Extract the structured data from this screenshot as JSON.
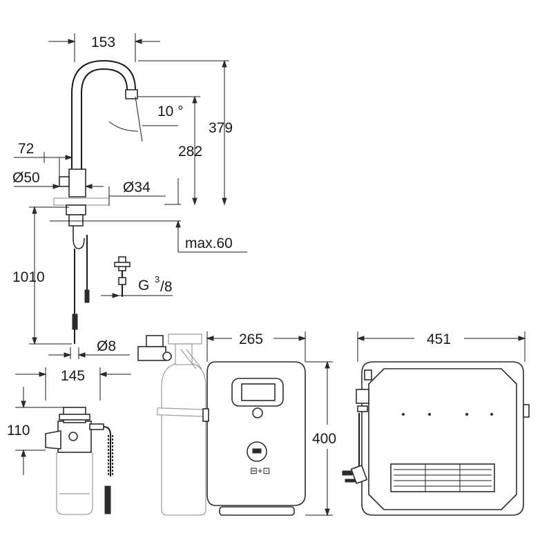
{
  "dimensions": {
    "faucet_reach": "153",
    "total_height": "379",
    "spout_height": "282",
    "spout_angle": "10 °",
    "lever_offset": "72",
    "base_diameter": "Ø50",
    "hole_diameter": "Ø34",
    "deck_thickness": "max.60",
    "hose_length": "1010",
    "connection_thread": "G",
    "thread_num": "3",
    "thread_den": "/8",
    "hose_diameter": "Ø8",
    "filter_width": "145",
    "filter_height": "110",
    "chiller_depth": "265",
    "chiller_height": "400",
    "chiller_width": "451"
  },
  "chiller_badge": "⊟+⊡",
  "icons": [
    "faucet",
    "filter-cartridge",
    "co2-bottle",
    "chiller-unit-side",
    "chiller-unit-front",
    "power-plug"
  ]
}
